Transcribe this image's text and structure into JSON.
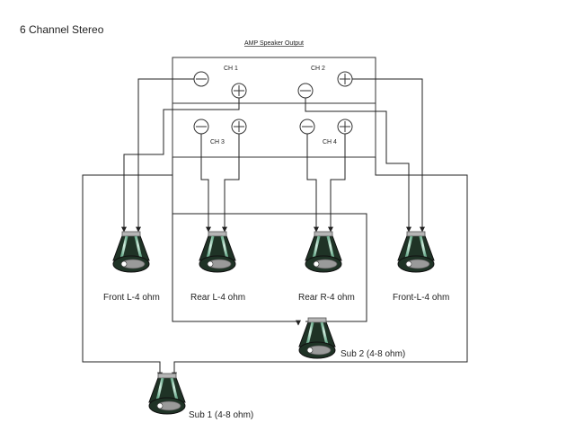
{
  "title": "6 Channel Stereo",
  "amp": {
    "label": "AMP Speaker Output",
    "channels": [
      "CH 1",
      "CH 2",
      "CH 3",
      "CH 4"
    ]
  },
  "speakers": {
    "front_left": "Front L-4 ohm",
    "rear_left": "Rear L-4 ohm",
    "rear_right": "Rear R-4 ohm",
    "front_right": "Front-L-4 ohm",
    "sub2": "Sub 2 (4-8 ohm)",
    "sub1": "Sub 1 (4-8 ohm)"
  },
  "colors": {
    "wire": "#222222",
    "speaker_dark": "#1f3326",
    "speaker_cone": "#9fd2b8",
    "speaker_grey": "#a9a9a9"
  }
}
